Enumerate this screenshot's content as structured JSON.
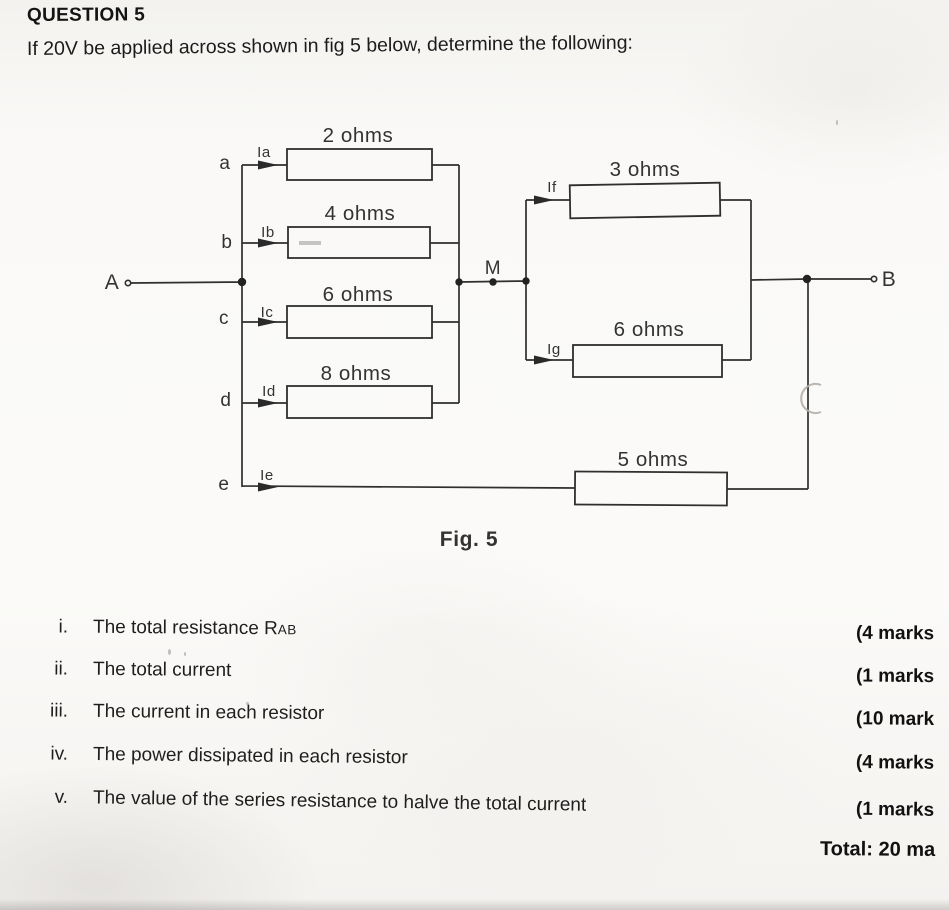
{
  "page": {
    "title": "QUESTION 5",
    "intro": "If 20V be applied across shown in fig 5 below, determine the following:"
  },
  "figure": {
    "caption": "Fig. 5",
    "terminal_a": "A",
    "terminal_b": "B",
    "node_m": "M",
    "branches": {
      "a": {
        "node": "a",
        "current": "Ia",
        "value": "2 ohms"
      },
      "b": {
        "node": "b",
        "current": "Ib",
        "value": "4 ohms"
      },
      "c": {
        "node": "c",
        "current": "Ic",
        "value": "6 ohms"
      },
      "d": {
        "node": "d",
        "current": "Id",
        "value": "8 ohms"
      },
      "e": {
        "node": "e",
        "current": "Ie",
        "value": "5 ohms"
      },
      "f": {
        "current": "If",
        "value": "3 ohms"
      },
      "g": {
        "current": "Ig",
        "value": "6 ohms"
      }
    }
  },
  "questions": {
    "items": [
      {
        "numeral": "i.",
        "text": "The total resistance R",
        "sub": "AB",
        "marks": "(4 marks"
      },
      {
        "numeral": "ii.",
        "text": "The total current",
        "marks": "(1 marks"
      },
      {
        "numeral": "iii.",
        "text": "The current in each resistor",
        "marks": "(10 mark"
      },
      {
        "numeral": "iv.",
        "text": "The power dissipated in each resistor",
        "marks": "(4 marks"
      },
      {
        "numeral": "v.",
        "text": "The value of the series resistance to halve the total current",
        "marks": "(1 marks"
      }
    ],
    "total": "Total: 20 ma"
  }
}
